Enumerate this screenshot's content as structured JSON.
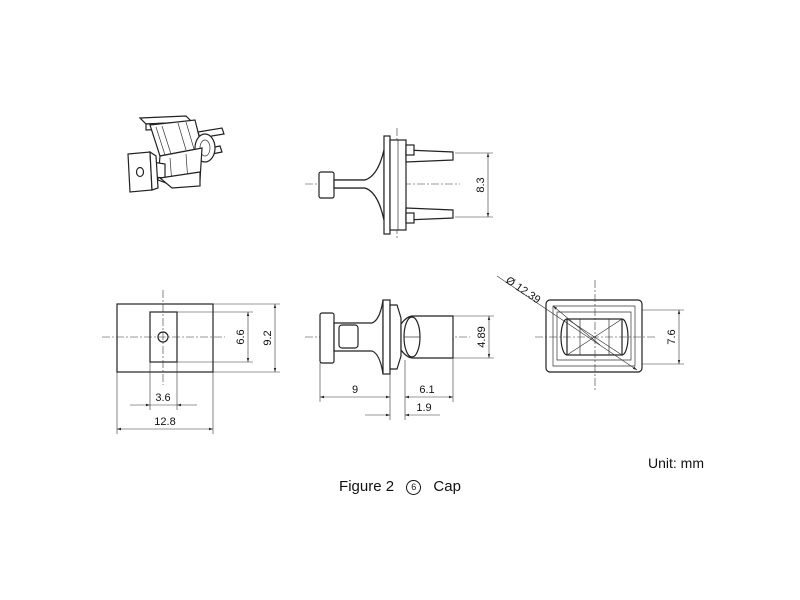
{
  "figure": {
    "label": "Figure 2",
    "item_number": "6",
    "part_name": "Cap"
  },
  "unit_note": "Unit: mm",
  "dimensions": {
    "side_height": "8.3",
    "front_inner_height": "6.6",
    "front_outer_height": "9.2",
    "hole_width": "3.6",
    "front_width": "12.8",
    "flange_to_head": "9",
    "plug_length": "6.1",
    "gap": "1.9",
    "plug_diameter": "4.89",
    "end_diameter": "Ø 12.39",
    "end_height": "7.6"
  }
}
